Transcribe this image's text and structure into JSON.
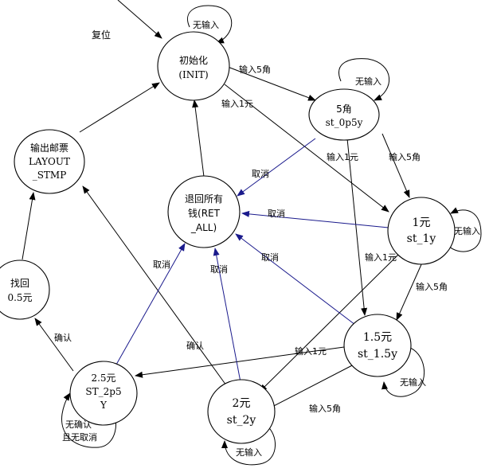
{
  "diagram": {
    "reset_label": "复位",
    "nodes": {
      "init": {
        "line1": "初始化",
        "line2": "(INIT)"
      },
      "s05": {
        "line1": "5角",
        "line2": "st_0p5y"
      },
      "s1": {
        "line1": "1元",
        "line2": "st_1y"
      },
      "s15": {
        "line1": "1.5元",
        "line2": "st_1.5y"
      },
      "s2": {
        "line1": "2元",
        "line2": "st_2y"
      },
      "s25": {
        "line1": "2.5元",
        "line2": "ST_2p5",
        "line3": "Y"
      },
      "ret": {
        "line1": "退回所有",
        "line2": "钱(RET",
        "line3": "_ALL)"
      },
      "layout": {
        "line1": "输出邮票",
        "line2": "LAYOUT",
        "line3": "_STMP"
      },
      "find": {
        "line1": "找回",
        "line2": "0.5元"
      }
    },
    "edges": {
      "init_s05": "输入5角",
      "init_s1": "输入1元",
      "s05_s1": "输入5角",
      "s05_s15": "输入1元",
      "s05_ret": "取消",
      "s1_ret": "取消",
      "s1_s15": "输入5角",
      "s1_s2": "输入1元",
      "s15_ret": "取消",
      "s15_s2": "输入5角",
      "s15_s25": "输入1元",
      "s2_ret": "取消",
      "s25_ret": "取消",
      "s25_find": "确认",
      "s2_layout": "确认"
    },
    "loops": {
      "init": "无输入",
      "s05": "无输入",
      "s1": "无输入",
      "s15": "无输入",
      "s2": "无输入",
      "s25_line1": "无确认",
      "s25_line2": "且无取消"
    }
  }
}
